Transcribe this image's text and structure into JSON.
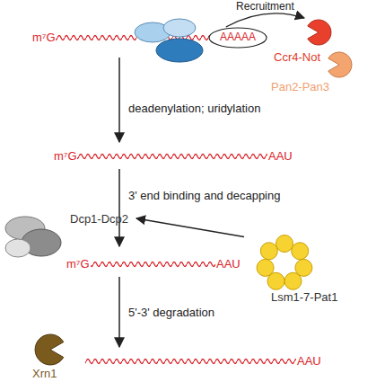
{
  "diagram": {
    "nodes": [
      {
        "text": [
          "AAAAA"
        ]
      },
      {
        "text": [
          "Ccr4-Not"
        ]
      },
      {
        "text": [
          "Pan2-Pan3"
        ]
      },
      {
        "text": [
          "Dcp1-Dcp2"
        ]
      },
      {
        "text": [
          "Lsm1-7-Pat1"
        ]
      },
      {
        "text": [
          "Xrn1"
        ]
      }
    ],
    "edges": [
      {
        "from": 0,
        "to": 1,
        "arrow": "to",
        "label": "Recruitment"
      },
      {
        "from": 4,
        "to": 3,
        "arrow": "to"
      }
    ],
    "labels": [
      "m⁷G",
      "deadenylation; uridylation",
      "m⁷G",
      "AAU",
      "3' end binding and decapping",
      "m⁷G",
      "AAU",
      "5'-3' degradation",
      "AAU"
    ]
  }
}
